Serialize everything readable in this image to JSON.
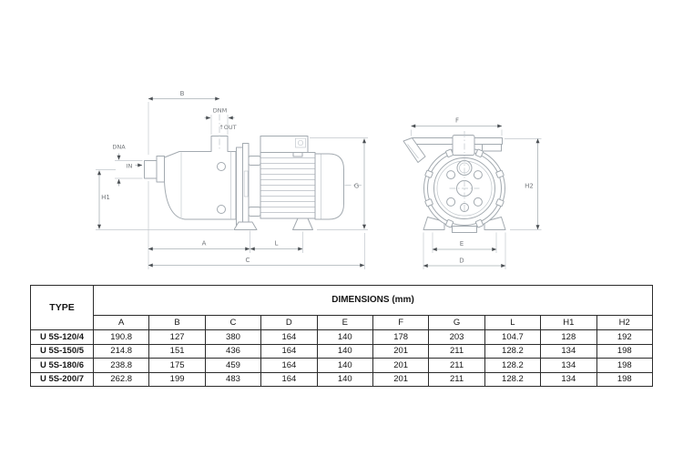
{
  "drawings": {
    "side_view": {
      "labels": {
        "b": "B",
        "dnm": "DNM",
        "out": "↑OUT",
        "dna": "DNA",
        "in": "IN",
        "h1": "H1",
        "g": "G",
        "a": "A",
        "l": "L",
        "c": "C"
      }
    },
    "front_view": {
      "labels": {
        "f": "F",
        "h2": "H2",
        "e": "E",
        "d": "D"
      }
    }
  },
  "table": {
    "type_header": "TYPE",
    "dimensions_header": "DIMENSIONS (mm)",
    "columns": [
      "A",
      "B",
      "C",
      "D",
      "E",
      "F",
      "G",
      "L",
      "H1",
      "H2"
    ],
    "rows": [
      {
        "type": "U 5S-120/4",
        "values": [
          "190.8",
          "127",
          "380",
          "164",
          "140",
          "178",
          "203",
          "104.7",
          "128",
          "192"
        ]
      },
      {
        "type": "U 5S-150/5",
        "values": [
          "214.8",
          "151",
          "436",
          "164",
          "140",
          "201",
          "211",
          "128.2",
          "134",
          "198"
        ]
      },
      {
        "type": "U 5S-180/6",
        "values": [
          "238.8",
          "175",
          "459",
          "164",
          "140",
          "201",
          "211",
          "128.2",
          "134",
          "198"
        ]
      },
      {
        "type": "U 5S-200/7",
        "values": [
          "262.8",
          "199",
          "483",
          "164",
          "140",
          "201",
          "211",
          "128.2",
          "134",
          "198"
        ]
      }
    ]
  }
}
